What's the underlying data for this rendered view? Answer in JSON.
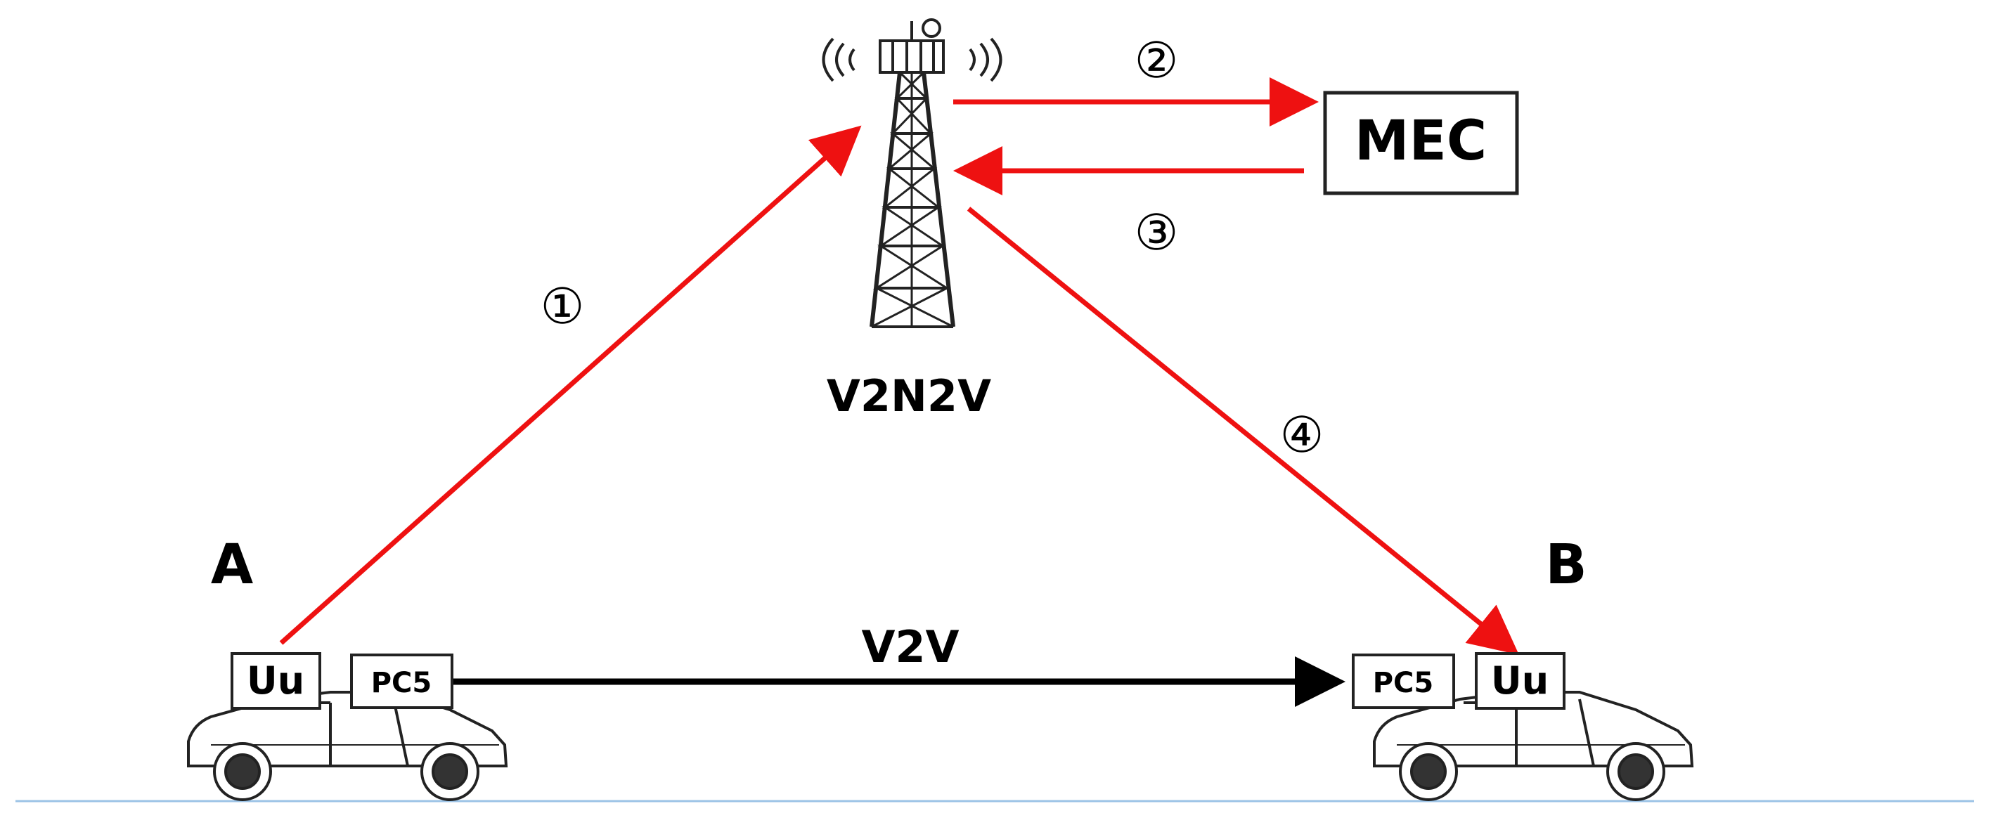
{
  "diagram": {
    "tower_label": "V2N2V",
    "mec_label": "MEC",
    "v2v_label": "V2V",
    "vehicle_a": {
      "name": "A",
      "uu_label": "Uu",
      "pc5_label": "PC5"
    },
    "vehicle_b": {
      "name": "B",
      "uu_label": "Uu",
      "pc5_label": "PC5"
    },
    "steps": [
      "①",
      "②",
      "③",
      "④"
    ],
    "colors": {
      "uplink_arrow": "#ee1111",
      "v2v_arrow": "#000000",
      "ground_line": "#9cc3e6"
    }
  }
}
